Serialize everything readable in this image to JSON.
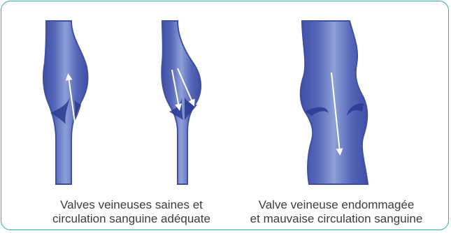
{
  "captions": {
    "healthy_line1": "Valves veineuses saines et",
    "healthy_line2": "circulation sanguine adéquate",
    "damaged_line1": "Valve veineuse endommagée",
    "damaged_line2": "et mauvaise circulation sanguine"
  },
  "colors": {
    "frame_border": "#2aaea4",
    "vein_wall": "#3f4fa6",
    "vein_fill": "#6073c0",
    "vein_highlight": "#8f9fd9",
    "valve": "#2c3a8e",
    "arrow": "#ffffff",
    "caption_text": "#3c3c3c"
  },
  "icons": {
    "healthy_vein_1": "vein-with-valve-icon",
    "healthy_vein_2": "vein-with-closed-valve-icon",
    "damaged_vein": "dilated-vein-icon"
  }
}
